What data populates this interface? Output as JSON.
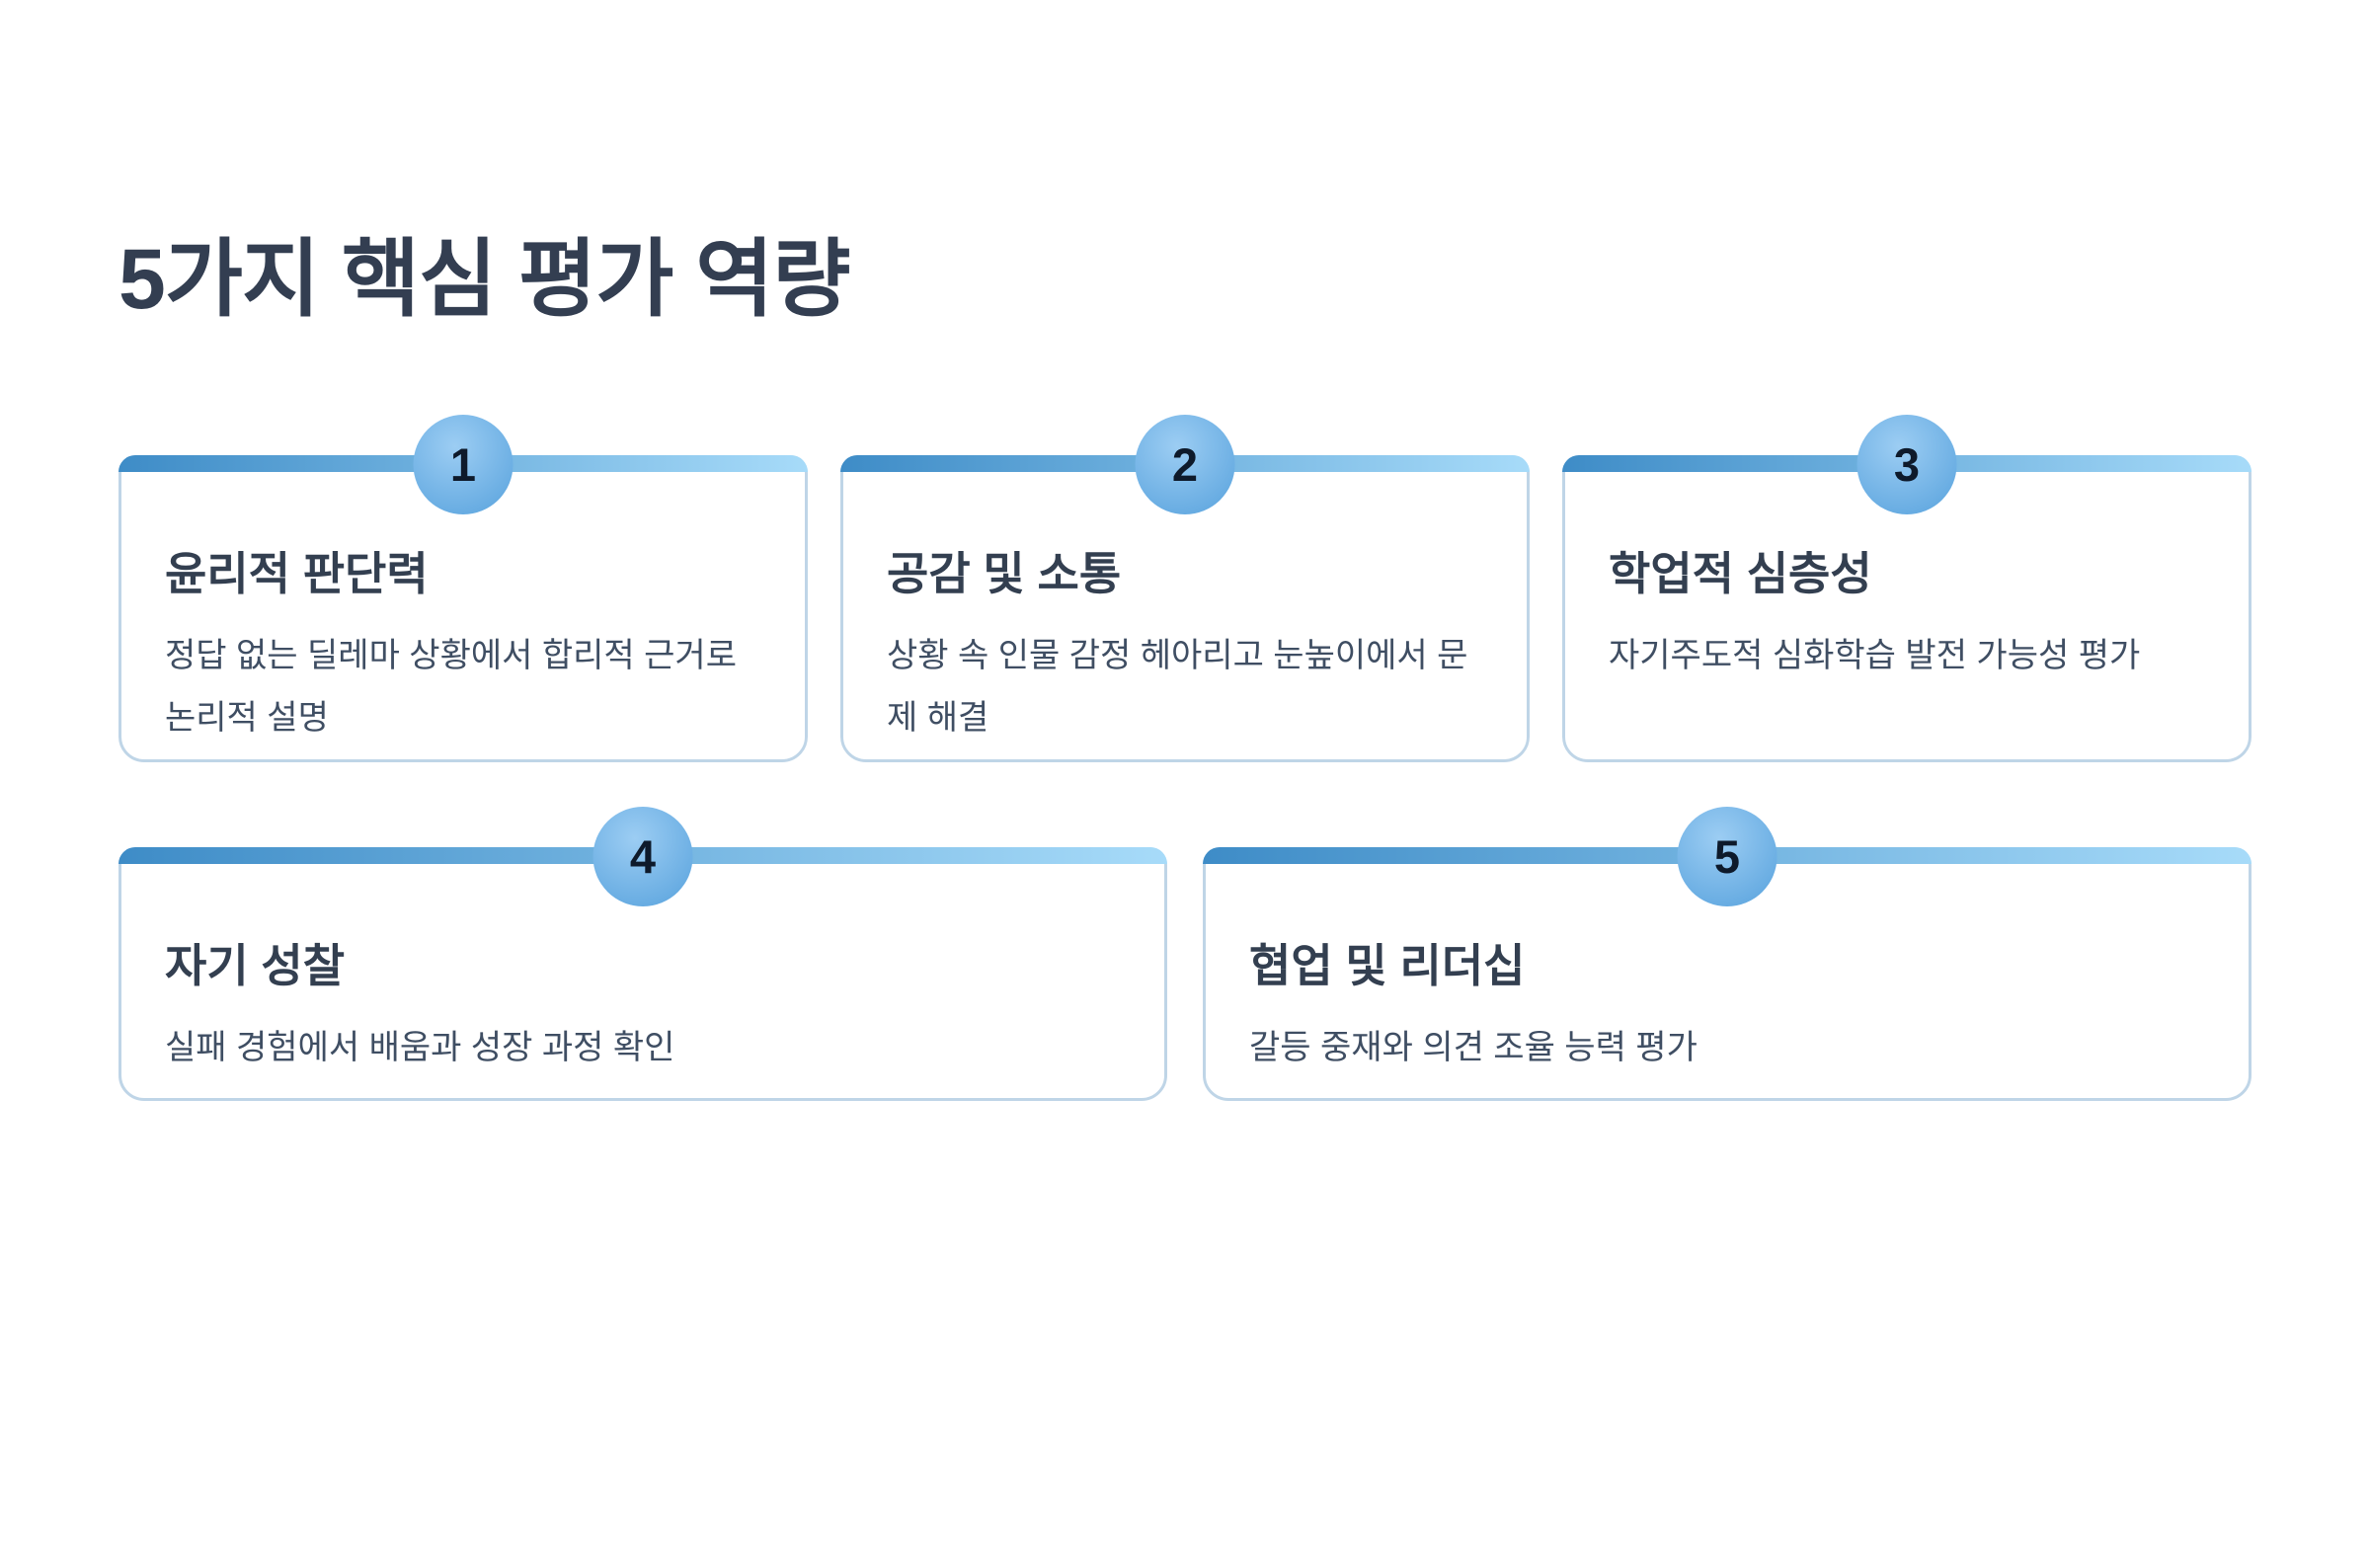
{
  "title": "5가지 핵심 평가 역량",
  "colors": {
    "accent_bar_start": "#3e8cc7",
    "accent_bar_end": "#a7dbf9",
    "badge_light": "#9ccdf3",
    "badge_dark": "#61a8e0",
    "card_border": "#bfd5e7",
    "heading_text": "#333e51",
    "card_title_text": "#333f50",
    "card_description_text": "#3f4e63",
    "badge_number_text": "#0e1a2b",
    "background": "#ffffff"
  },
  "cards": [
    {
      "number": "1",
      "title": "윤리적 판단력",
      "description": "정답 없는 딜레마 상황에서 합리적 근거로 논리적 설명"
    },
    {
      "number": "2",
      "title": "공감 및 소통",
      "description": "상황 속 인물 감정 헤아리고 눈높이에서 문제 해결"
    },
    {
      "number": "3",
      "title": "학업적 심층성",
      "description": "자기주도적 심화학습 발전 가능성 평가"
    },
    {
      "number": "4",
      "title": "자기 성찰",
      "description": "실패 경험에서 배움과 성장 과정 확인"
    },
    {
      "number": "5",
      "title": "협업 및 리더십",
      "description": "갈등 중재와 의견 조율 능력 평가"
    }
  ]
}
